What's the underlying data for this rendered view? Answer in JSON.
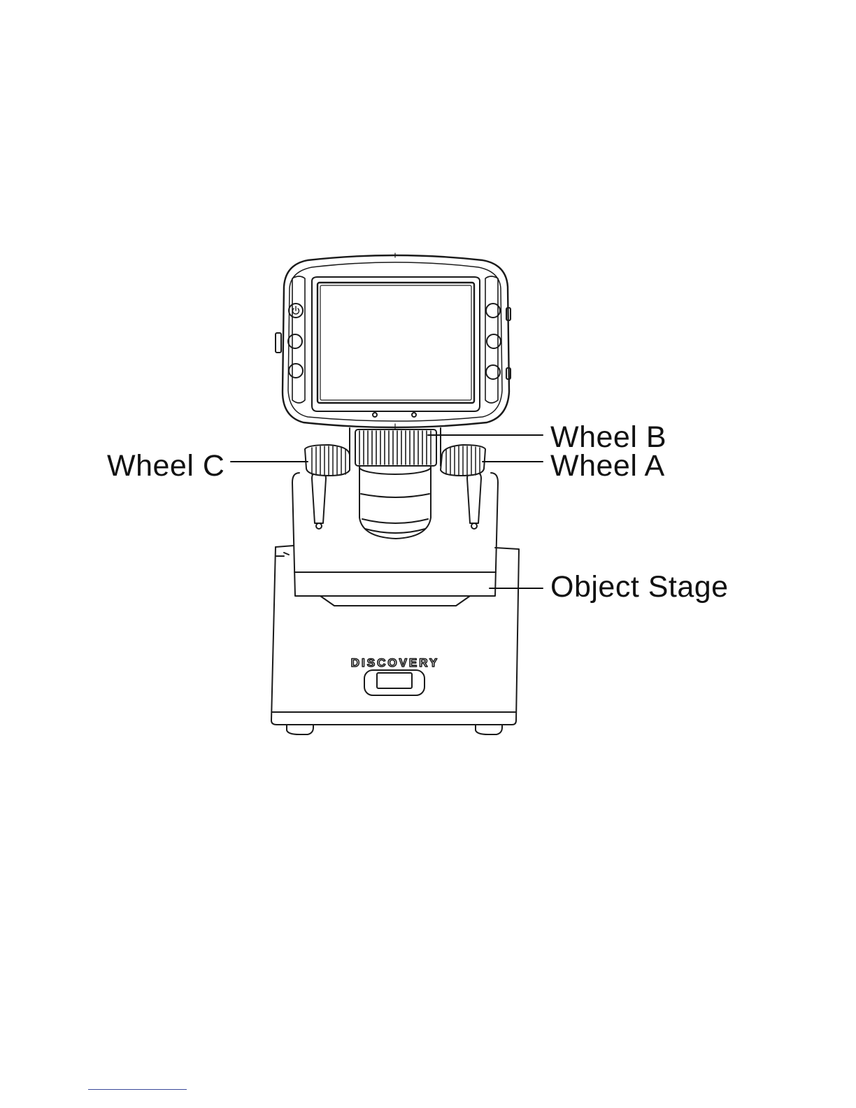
{
  "diagram": {
    "brand_text": "DISCOVERY",
    "labels": {
      "wheel_b": "Wheel B",
      "wheel_a": "Wheel A",
      "wheel_c": "Wheel C",
      "object_stage": "Object Stage"
    },
    "colors": {
      "line": "#1a1a1a",
      "background": "#ffffff",
      "footer_rule": "#3a4a9a"
    }
  }
}
